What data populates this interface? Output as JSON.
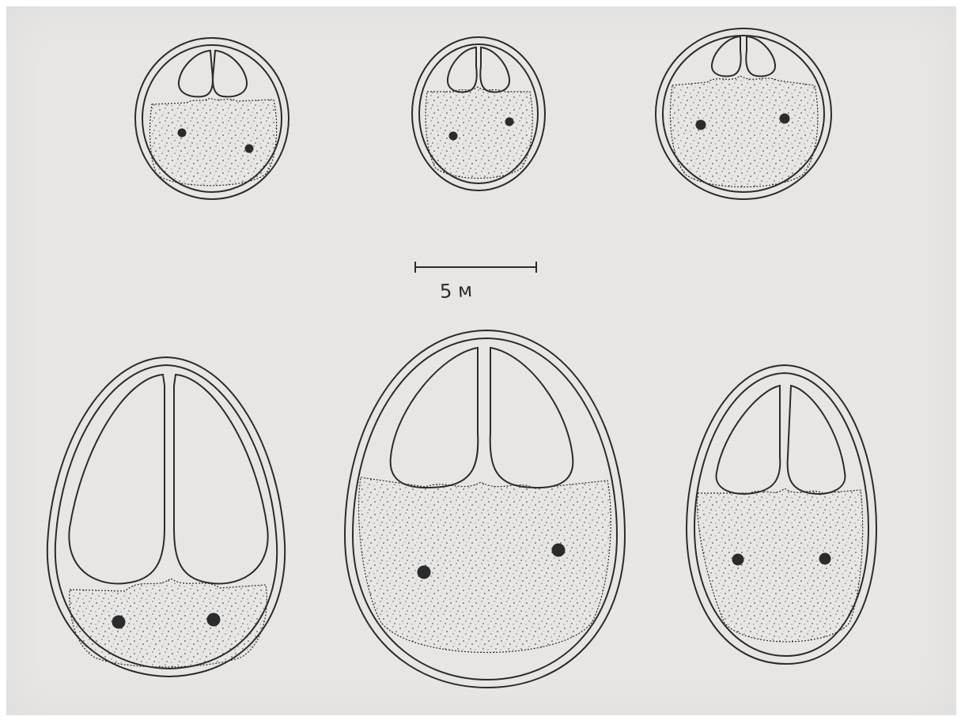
{
  "scale_bar": {
    "label": "5 м"
  },
  "colors": {
    "paper": "#e7e6e4",
    "ink": "#2b2b2b",
    "border": "#ffffff"
  },
  "specimens": [
    {
      "id": "spore-1",
      "row": "top"
    },
    {
      "id": "spore-2",
      "row": "top"
    },
    {
      "id": "spore-3",
      "row": "top"
    },
    {
      "id": "spore-4",
      "row": "bottom"
    },
    {
      "id": "spore-5",
      "row": "bottom"
    },
    {
      "id": "spore-6",
      "row": "bottom"
    }
  ]
}
